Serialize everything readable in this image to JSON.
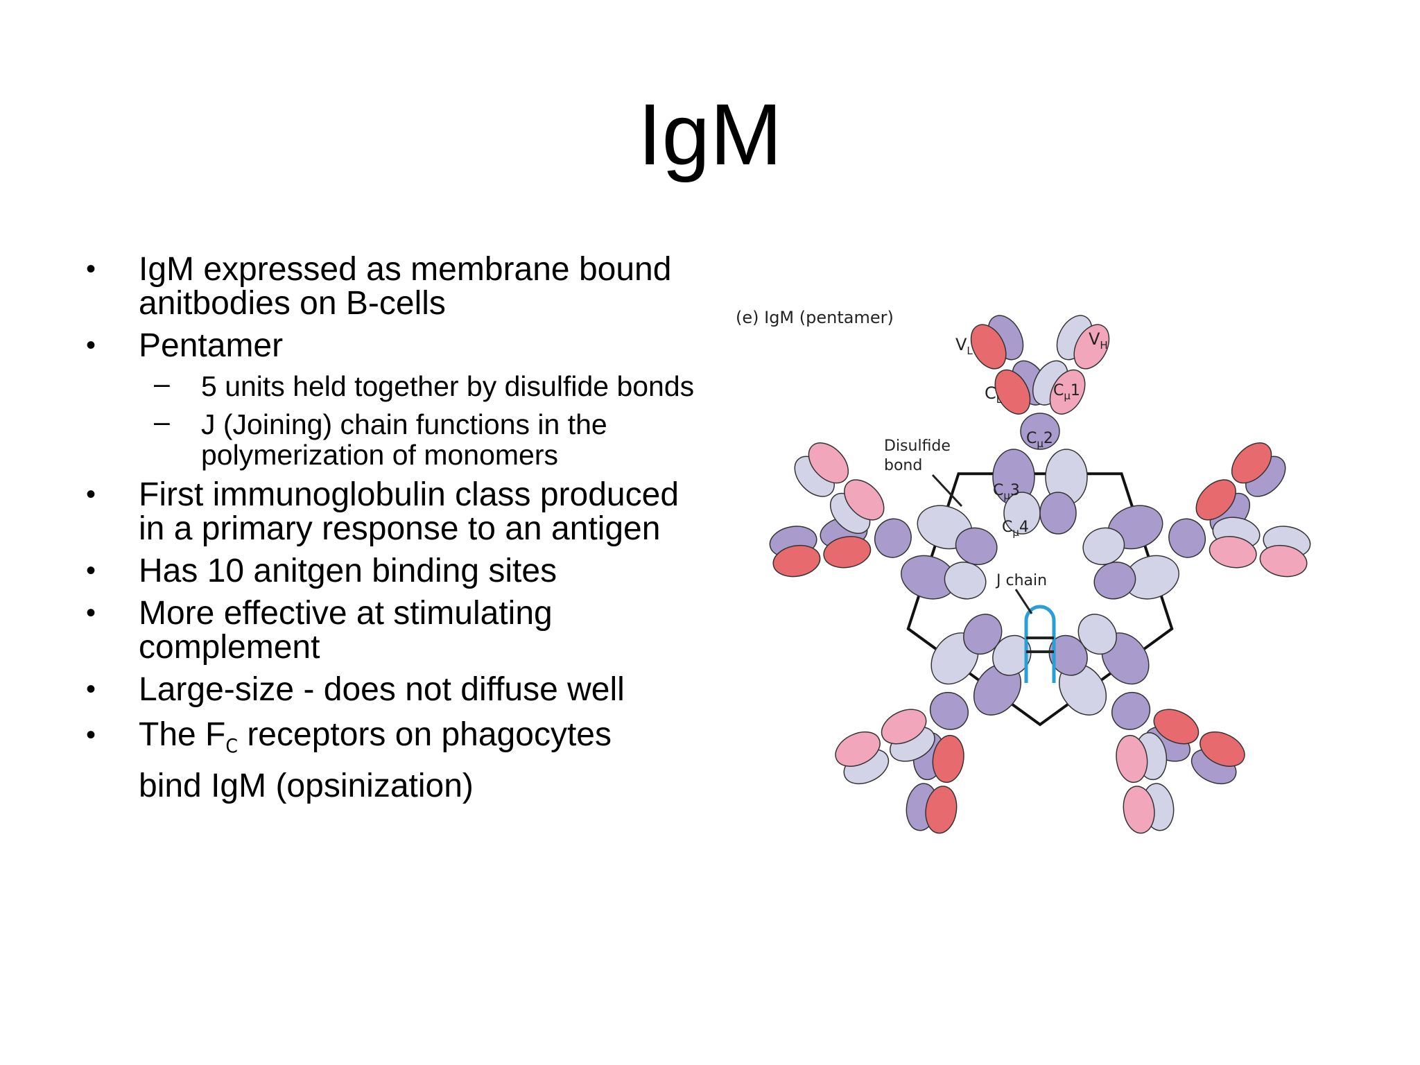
{
  "slide": {
    "title": "IgM",
    "bullets": [
      {
        "text": "IgM expressed as membrane bound anitbodies on B-cells"
      },
      {
        "text": "Pentamer",
        "sub": [
          "5 units held together by disulfide bonds",
          "J (Joining) chain functions in the polymerization of monomers"
        ]
      },
      {
        "text": "First immunoglobulin class produced in a primary response to an antigen"
      },
      {
        "text": "Has 10 anitgen binding sites"
      },
      {
        "text": "More effective at stimulating complement"
      },
      {
        "text": "Large-size - does not diffuse well"
      }
    ],
    "last_bullet": {
      "before": "The F",
      "subscript": "C",
      "after": " receptors on phagocytes",
      "line2": "bind IgM (opsinization)"
    },
    "bullet_glyph": "•",
    "dash_glyph": "–"
  },
  "figure": {
    "caption": "(e) IgM (pentamer)",
    "labels": {
      "vl": "V",
      "vl_sub": "L",
      "vh": "V",
      "vh_sub": "H",
      "cl": "C",
      "cl_sub": "L",
      "cmu": "C",
      "mu": "μ",
      "c1_num": "1",
      "c2_num": "2",
      "c3_num": "3",
      "c4_num": "4",
      "disulfide_line1": "Disulfide",
      "disulfide_line2": "bond",
      "j_chain": "J chain"
    },
    "colors": {
      "heavy_light": "#d3d3e8",
      "heavy_dark": "#a99bcc",
      "light_pink": "#f2a6bc",
      "light_red": "#e76a6e",
      "j_chain": "#2a9fd6",
      "outline": "#333333"
    }
  }
}
